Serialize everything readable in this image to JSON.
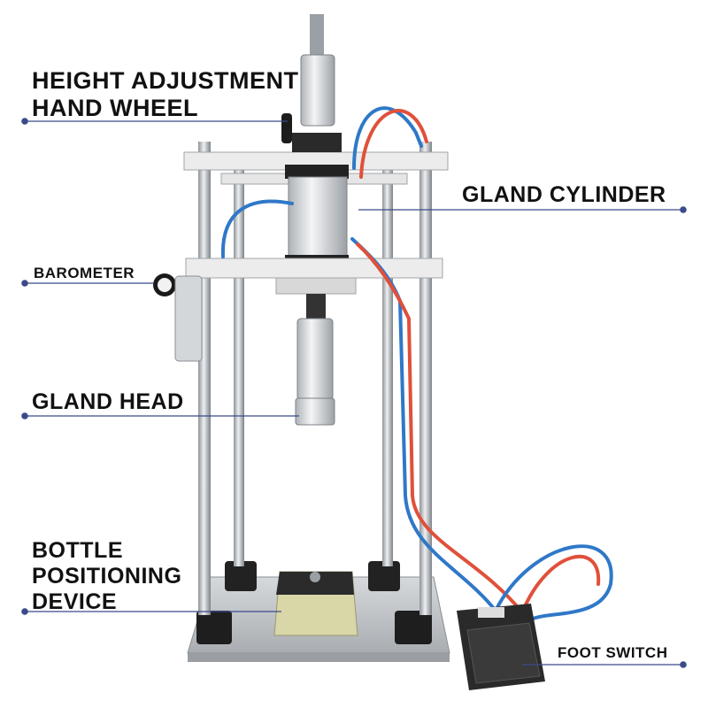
{
  "labels": {
    "height_adjustment": [
      "HEIGHT ADJUSTMENT",
      "HAND WHEEL"
    ],
    "gland_cylinder": "GLAND CYLINDER",
    "barometer": "BAROMETER",
    "gland_head": "GLAND HEAD",
    "bottle_positioning": [
      "BOTTLE",
      "POSITIONING",
      "DEVICE"
    ],
    "foot_switch": "FOOT SWITCH"
  },
  "colors": {
    "leader_line": "#3b4a8a",
    "text": "#111111",
    "metal": "#c8ccd0",
    "frame": "#ececec",
    "air_hose_blue": "#2f78c8",
    "air_hose_red": "#e0503a",
    "base_pad": "#d9d7a8"
  }
}
